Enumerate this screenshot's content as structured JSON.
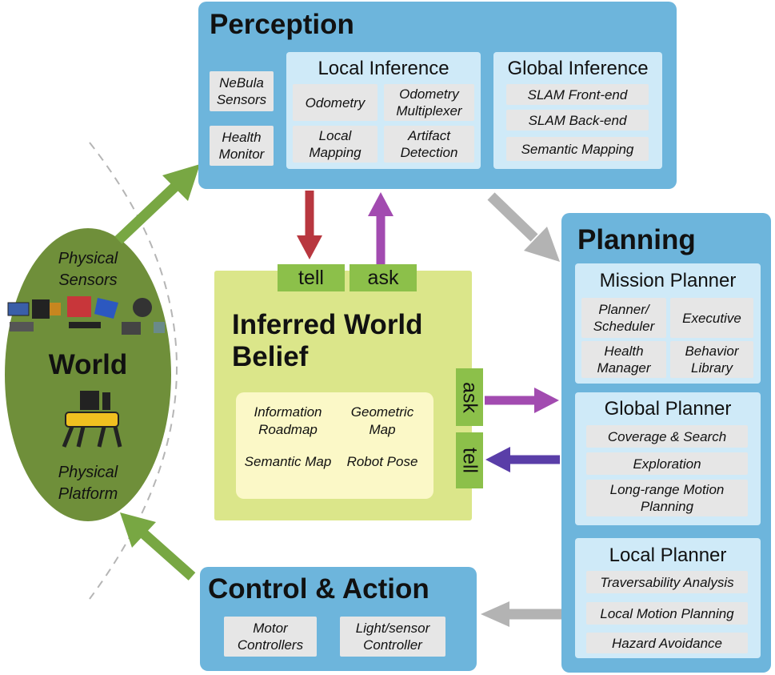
{
  "perception": {
    "title": "Perception",
    "left_boxes": [
      "NeBula Sensors",
      "Health Monitor"
    ],
    "local_inference": {
      "title": "Local Inference",
      "items": [
        "Odometry",
        "Odometry Multiplexer",
        "Local Mapping",
        "Artifact Detection"
      ]
    },
    "global_inference": {
      "title": "Global Inference",
      "items": [
        "SLAM Front-end",
        "SLAM Back-end",
        "Semantic Mapping"
      ]
    }
  },
  "planning": {
    "title": "Planning",
    "mission_planner": {
      "title": "Mission Planner",
      "items": [
        "Planner/ Scheduler",
        "Executive",
        "Health Manager",
        "Behavior Library"
      ]
    },
    "global_planner": {
      "title": "Global Planner",
      "items": [
        "Coverage & Search",
        "Exploration",
        "Long-range Motion Planning"
      ]
    },
    "local_planner": {
      "title": "Local Planner",
      "items": [
        "Traversability Analysis",
        "Local Motion Planning",
        "Hazard Avoidance"
      ]
    }
  },
  "control": {
    "title": "Control & Action",
    "items": [
      "Motor Controllers",
      "Light/sensor Controller"
    ]
  },
  "belief": {
    "title": "Inferred World Belief",
    "top_tabs": [
      "tell",
      "ask"
    ],
    "side_tabs": [
      "ask",
      "tell"
    ],
    "items": [
      "Information Roadmap",
      "Geometric Map",
      "Semantic Map",
      "Robot Pose"
    ]
  },
  "world": {
    "title": "World",
    "top_label": "Physical Sensors",
    "bottom_label": "Physical Platform"
  },
  "colors": {
    "panel_blue": "#6db5dc",
    "inner_blue": "#cfeaf8",
    "world_green": "#6f8f3a",
    "belief_yellow": "#dbe68a",
    "arrow_green": "#78a743",
    "arrow_red": "#b8373f",
    "arrow_purple": "#a24bb0",
    "arrow_violet": "#5a3ea8",
    "arrow_gray": "#b3b3b3"
  }
}
